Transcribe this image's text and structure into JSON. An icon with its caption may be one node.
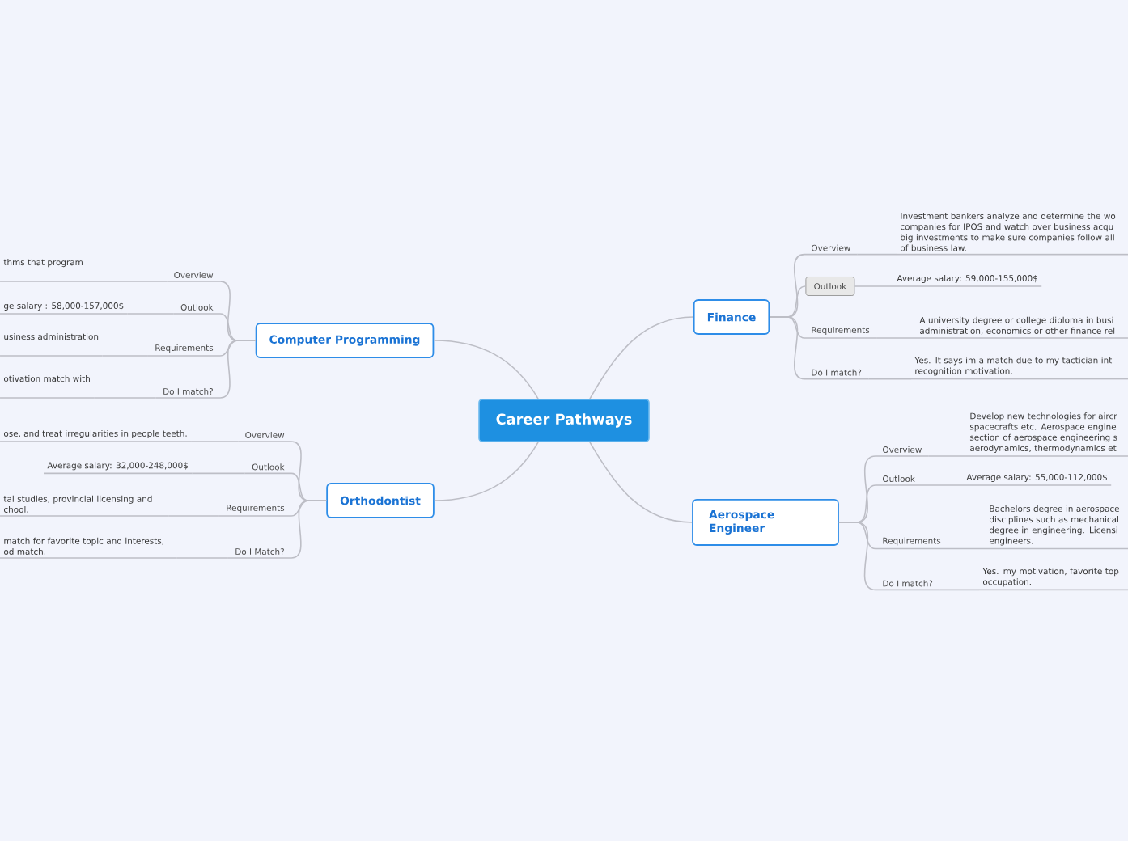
{
  "diagram": {
    "nodes": [
      {
        "text": [
          "Career Pathways"
        ]
      },
      {
        "text": [
          "Computer Programming"
        ]
      },
      {
        "text": [
          "Overview"
        ]
      },
      {
        "text": [
          "thms that program"
        ]
      },
      {
        "text": [
          "Outlook"
        ]
      },
      {
        "text": [
          "ge salary : 58,000-157,000$"
        ]
      },
      {
        "text": [
          "Requirements"
        ]
      },
      {
        "text": [
          "usiness administration"
        ]
      },
      {
        "text": [
          "Do I match?"
        ]
      },
      {
        "text": [
          "otivation match with"
        ]
      },
      {
        "text": [
          "Orthodontist"
        ]
      },
      {
        "text": [
          "Overview"
        ]
      },
      {
        "text": [
          "ose, and treat irregularities in people teeth."
        ]
      },
      {
        "text": [
          "Outlook"
        ]
      },
      {
        "text": [
          "Average salary: 32,000-248,000$"
        ]
      },
      {
        "text": [
          "Requirements"
        ]
      },
      {
        "text": [
          "tal studies, provincial licensing and chool."
        ]
      },
      {
        "text": [
          "Do I Match?"
        ]
      },
      {
        "text": [
          "match for favorite topic and interests, od match."
        ]
      },
      {
        "text": [
          "Finance"
        ]
      },
      {
        "text": [
          "Overview"
        ]
      },
      {
        "text": [
          "Investment bankers analyze and determine the wo companies for IPOS and watch over business acqu big investments to make sure companies follow all of business law."
        ]
      },
      {
        "text": [
          "Outlook"
        ]
      },
      {
        "text": [
          "Average salary: 59,000-155,000$"
        ]
      },
      {
        "text": [
          "Requirements"
        ]
      },
      {
        "text": [
          "A university degree or college diploma in busi administration, economics or other finance rel"
        ]
      },
      {
        "text": [
          "Do I match?"
        ]
      },
      {
        "text": [
          "Yes. It says im a match due to my tactician int recognition motivation."
        ]
      },
      {
        "text": [
          "Aerospace Engineer"
        ]
      },
      {
        "text": [
          "Overview"
        ]
      },
      {
        "text": [
          "Develop new technologies for aircr spacecrafts etc. Aerospace engine section of aerospace engineering s aerodynamics, thermodynamics et"
        ]
      },
      {
        "text": [
          "Outlook"
        ]
      },
      {
        "text": [
          "Average salary: 55,000-112,000$"
        ]
      },
      {
        "text": [
          "Requirements"
        ]
      },
      {
        "text": [
          "Bachelors degree in aerospace disciplines such as mechanical degree in engineering. Licensi engineers."
        ]
      },
      {
        "text": [
          "Do I match?"
        ]
      },
      {
        "text": [
          "Yes. my motivation, favorite top occupation."
        ]
      }
    ],
    "edges": [
      {
        "from": 0,
        "to": 1,
        "arrow": "none"
      },
      {
        "from": 1,
        "to": 2,
        "arrow": "none"
      },
      {
        "from": 2,
        "to": 3,
        "arrow": "none"
      },
      {
        "from": 1,
        "to": 4,
        "arrow": "none"
      },
      {
        "from": 4,
        "to": 5,
        "arrow": "none"
      },
      {
        "from": 1,
        "to": 6,
        "arrow": "none"
      },
      {
        "from": 6,
        "to": 7,
        "arrow": "none"
      },
      {
        "from": 1,
        "to": 8,
        "arrow": "none"
      },
      {
        "from": 8,
        "to": 9,
        "arrow": "none"
      },
      {
        "from": 0,
        "to": 10,
        "arrow": "none"
      },
      {
        "from": 10,
        "to": 11,
        "arrow": "none"
      },
      {
        "from": 11,
        "to": 12,
        "arrow": "none"
      },
      {
        "from": 10,
        "to": 13,
        "arrow": "none"
      },
      {
        "from": 13,
        "to": 14,
        "arrow": "none"
      },
      {
        "from": 10,
        "to": 15,
        "arrow": "none"
      },
      {
        "from": 15,
        "to": 16,
        "arrow": "none"
      },
      {
        "from": 10,
        "to": 17,
        "arrow": "none"
      },
      {
        "from": 17,
        "to": 18,
        "arrow": "none"
      },
      {
        "from": 0,
        "to": 19,
        "arrow": "none"
      },
      {
        "from": 19,
        "to": 20,
        "arrow": "none"
      },
      {
        "from": 20,
        "to": 21,
        "arrow": "none"
      },
      {
        "from": 19,
        "to": 22,
        "arrow": "none"
      },
      {
        "from": 22,
        "to": 23,
        "arrow": "none"
      },
      {
        "from": 19,
        "to": 24,
        "arrow": "none"
      },
      {
        "from": 24,
        "to": 25,
        "arrow": "none"
      },
      {
        "from": 19,
        "to": 26,
        "arrow": "none"
      },
      {
        "from": 26,
        "to": 27,
        "arrow": "none"
      },
      {
        "from": 0,
        "to": 28,
        "arrow": "none"
      },
      {
        "from": 28,
        "to": 29,
        "arrow": "none"
      },
      {
        "from": 29,
        "to": 30,
        "arrow": "none"
      },
      {
        "from": 28,
        "to": 31,
        "arrow": "none"
      },
      {
        "from": 31,
        "to": 32,
        "arrow": "none"
      },
      {
        "from": 28,
        "to": 33,
        "arrow": "none"
      },
      {
        "from": 33,
        "to": 34,
        "arrow": "none"
      },
      {
        "from": 28,
        "to": 35,
        "arrow": "none"
      },
      {
        "from": 35,
        "to": 36,
        "arrow": "none"
      }
    ]
  }
}
